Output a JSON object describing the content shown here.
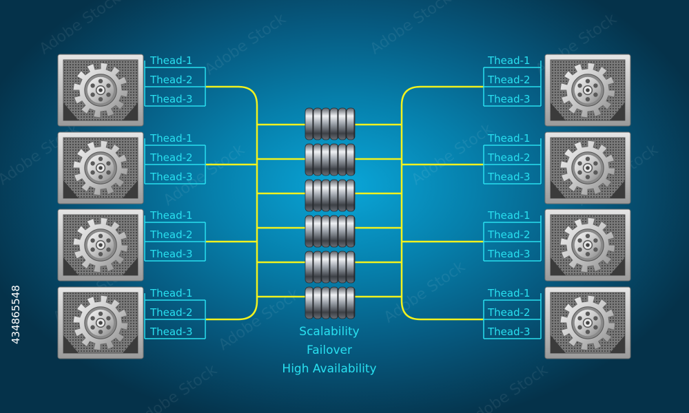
{
  "colors": {
    "background_center": "#0aa6d8",
    "background_edge": "#05324a",
    "connector": "#f2f21e",
    "thread_line": "#29e0f0",
    "text": "#29e0f0"
  },
  "nodes": {
    "left": [
      {
        "threads": [
          "Thead-1",
          "Thead-2",
          "Thead-3"
        ]
      },
      {
        "threads": [
          "Thead-1",
          "Thead-2",
          "Thead-3"
        ]
      },
      {
        "threads": [
          "Thead-1",
          "Thead-2",
          "Thead-3"
        ]
      },
      {
        "threads": [
          "Thead-1",
          "Thead-2",
          "Thead-3"
        ]
      }
    ],
    "right": [
      {
        "threads": [
          "Thead-1",
          "Thead-2",
          "Thead-3"
        ]
      },
      {
        "threads": [
          "Thead-1",
          "Thead-2",
          "Thead-3"
        ]
      },
      {
        "threads": [
          "Thead-1",
          "Thead-2",
          "Thead-3"
        ]
      },
      {
        "threads": [
          "Thead-1",
          "Thead-2",
          "Thead-3"
        ]
      }
    ]
  },
  "node_icon": "gear-icon",
  "cluster_icon": "disk-stack-icon",
  "cluster_units": 6,
  "captions": [
    "Scalability",
    "Failover",
    "High Availability"
  ],
  "watermark": "Adobe Stock",
  "stock_id": "434865548"
}
